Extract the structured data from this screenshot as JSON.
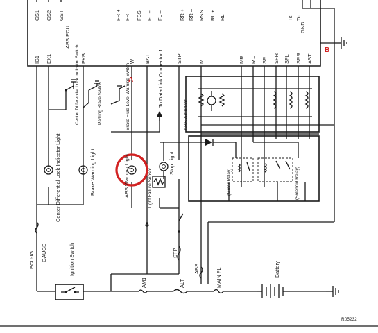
{
  "ecu": {
    "name": "ABS ECU",
    "top_pins": [
      "GS1",
      "GS2",
      "GST",
      "FR +",
      "FR –",
      "FSS",
      "FL +",
      "FL –",
      "RR +",
      "RR –",
      "RSS",
      "RL +",
      "RL –",
      "Ts",
      "Tc",
      "GND"
    ],
    "bottom_pins": [
      "IG1",
      "EX1",
      "PKB",
      "W",
      "BAT",
      "STP",
      "MT",
      "MR",
      "R –",
      "SR",
      "SFR",
      "SFL",
      "SRR",
      "AST"
    ]
  },
  "markers": {
    "a": "A",
    "b": "B"
  },
  "labels": {
    "center_diff_switch": "Center Differential Lock Indicator Switch",
    "parking_brake_switch": "Parking Brake Switch",
    "brake_fluid_switch": "Brake Fluid Level Warning Switch",
    "data_link": "To Data Link Connector 1",
    "abs_actuator": "ABS Actuator",
    "center_diff_light": "Center Differential Lock Indicator Light",
    "brake_warning_light": "Brake Warning Light",
    "abs_warning_light": "ABS Warning Light",
    "stop_light": "Stop Light",
    "light_failure_sensor": "Light Failure Sensor",
    "motor_relay": "(Motor Relay)",
    "solenoid_relay": "(Solenoid Relay)",
    "ecu_ig": "ECU-IG",
    "gauge": "GAUGE",
    "ignition_switch": "Ignition Switch",
    "stp_fuse": "STP",
    "abs_fuse": "ABS",
    "battery": "Battery",
    "am1": "AM1",
    "alt": "ALT",
    "main_fl": "MAIN FL",
    "ref": "R05232"
  },
  "colors": {
    "line": "#1a1a1a",
    "highlight": "#d22222"
  },
  "icons": {
    "warning_lamp": "lamp-icon",
    "motor": "motor-icon",
    "solenoid": "solenoid-coil-icon",
    "diode": "diode-icon",
    "fuse": "fuse-icon",
    "ground": "ground-icon",
    "battery": "battery-icon",
    "relay": "relay-icon",
    "switch": "switch-icon"
  }
}
